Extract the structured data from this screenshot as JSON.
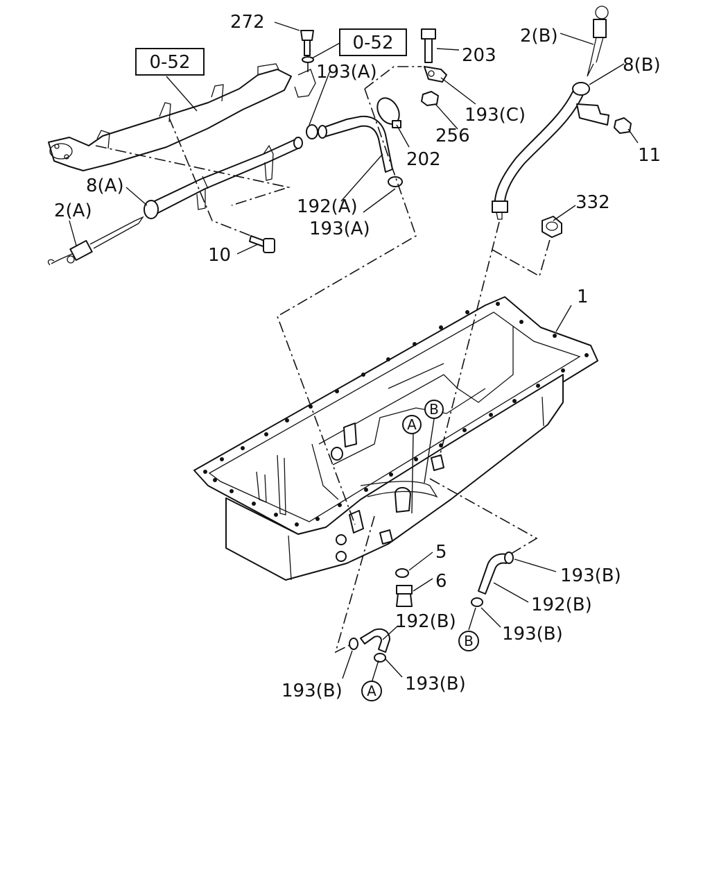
{
  "references": {
    "ref_left": "0-52",
    "ref_center": "0-52"
  },
  "labels": {
    "p272": "272",
    "p193a_top": "193(A)",
    "p203": "203",
    "p2b": "2(B)",
    "p8b": "8(B)",
    "p193c": "193(C)",
    "p256": "256",
    "p11": "11",
    "p202": "202",
    "p8a": "8(A)",
    "p2a": "2(A)",
    "p192a": "192(A)",
    "p193a_mid": "193(A)",
    "p332": "332",
    "p10": "10",
    "p1": "1",
    "p5": "5",
    "p6": "6",
    "p193b_right_top": "193(B)",
    "p192b_right": "192(B)",
    "p193b_right_bottom": "193(B)",
    "p192b_center": "192(B)",
    "p193b_left": "193(B)",
    "p193b_center": "193(B)"
  },
  "markers": {
    "pan_a": "A",
    "pan_b": "B",
    "hose_b": "B",
    "hose_a": "A"
  }
}
